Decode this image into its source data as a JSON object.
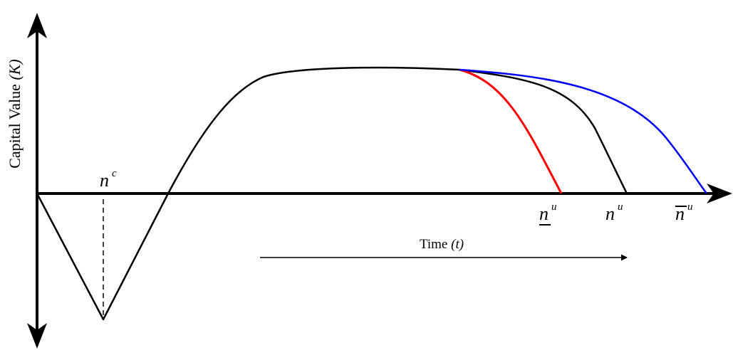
{
  "axes": {
    "y_label": "Capital Value ",
    "y_label_symbol": "(K)",
    "time_label": "Time ",
    "time_label_symbol": "(t)"
  },
  "markers": {
    "nc": {
      "base": "n",
      "sup": "c"
    },
    "n_under": {
      "base": "n",
      "sup": "u"
    },
    "n_mid": {
      "base": "n",
      "sup": "u"
    },
    "n_over": {
      "base": "n",
      "sup": "u"
    }
  },
  "colors": {
    "axis": "#000000",
    "main_curve": "#000000",
    "early_end_curve": "#ff0000",
    "late_end_curve": "#0000ff"
  }
}
